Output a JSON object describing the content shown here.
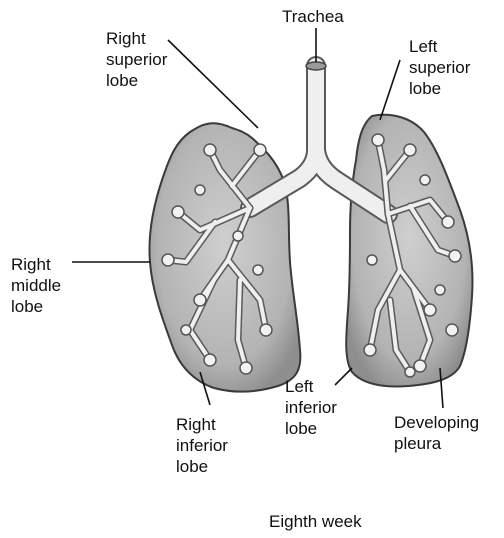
{
  "labels": {
    "trachea": "Trachea",
    "right_superior": "Right\nsuperior\nlobe",
    "left_superior": "Left\nsuperior\nlobe",
    "right_middle": "Right\nmiddle\nlobe",
    "right_inferior": "Right\ninferior\nlobe",
    "left_inferior": "Left\ninferior\nlobe",
    "developing_pleura": "Developing\npleura"
  },
  "caption": "Eighth week",
  "colors": {
    "lung_fill": "#bdbdbd",
    "lung_edge": "#3a3a3a",
    "airway": "#efefef",
    "line": "#111111"
  }
}
